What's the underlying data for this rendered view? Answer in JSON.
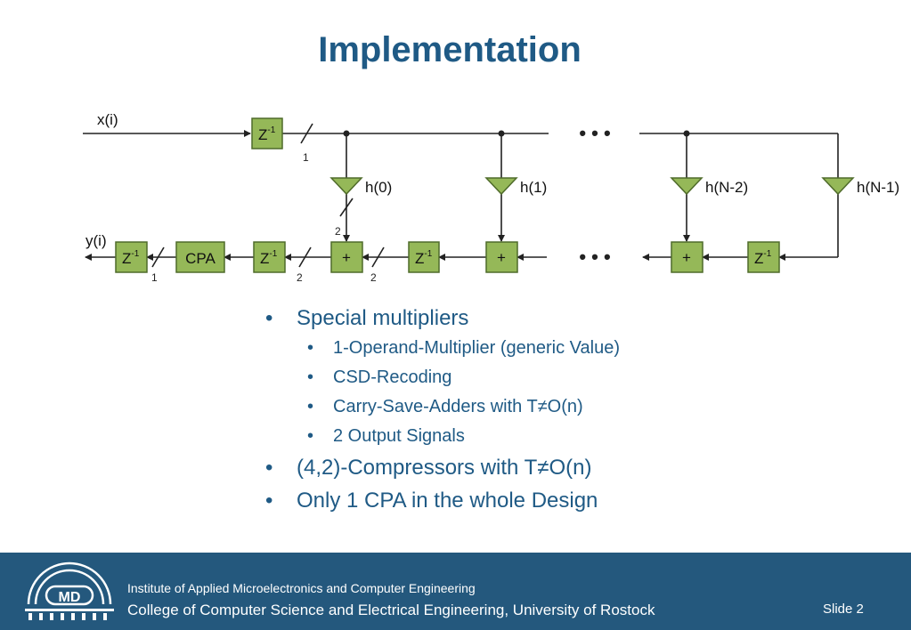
{
  "title": "Implementation",
  "diagram": {
    "input_label": "x(i)",
    "output_label": "y(i)",
    "delay_label": "Z",
    "delay_exp": "-1",
    "cpa_label": "CPA",
    "adder_label": "+",
    "ellipsis": "• • •",
    "coefficients": [
      "h(0)",
      "h(1)",
      "h(N-2)",
      "h(N-1)"
    ],
    "bus_widths": {
      "input_bus": "1",
      "mult_out": "2",
      "after_first_delay": "2",
      "between": "2",
      "after_cpa": "1"
    },
    "colors": {
      "block_fill": "#95b858",
      "block_stroke": "#4f6b2a",
      "line": "#222222"
    }
  },
  "bullets": {
    "item1": "Special multipliers",
    "sub": [
      "1-Operand-Multiplier (generic Value)",
      "CSD-Recoding",
      "Carry-Save-Adders with T≠O(n)",
      "2 Output Signals"
    ],
    "item2": "(4,2)-Compressors with T≠O(n)",
    "item3": "Only 1 CPA in the whole Design"
  },
  "footer": {
    "logo_text": "MD",
    "institute": "Institute of Applied Microelectronics and Computer Engineering",
    "college": "College of Computer Science and Electrical Engineering, University of Rostock",
    "slide": "Slide 2",
    "bg_color": "#24587d"
  }
}
